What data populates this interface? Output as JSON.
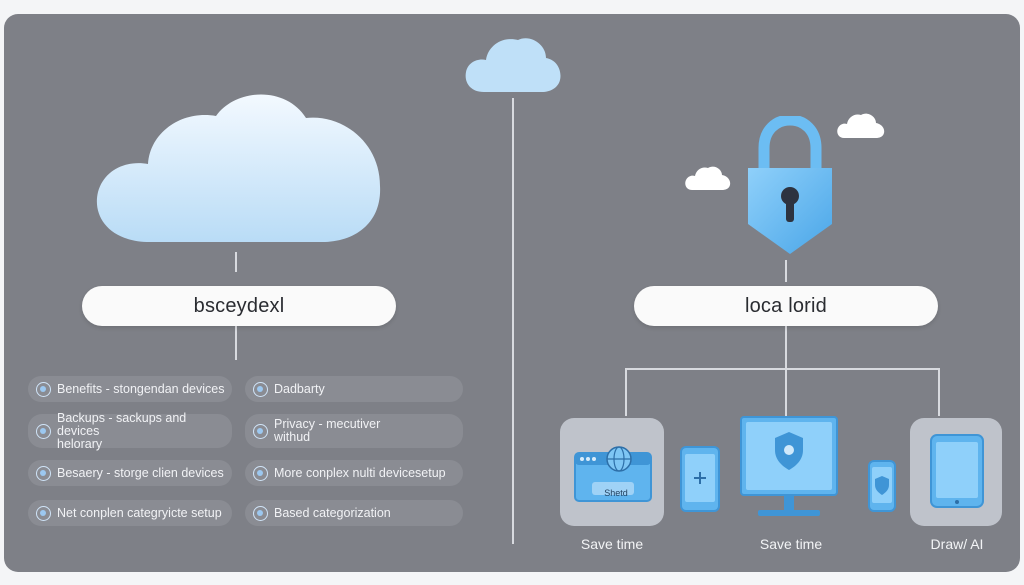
{
  "left": {
    "heading": "bsceydexl",
    "items": [
      {
        "lines": [
          "Benefits - stongendan devices"
        ]
      },
      {
        "lines": [
          "Dadbarty"
        ]
      },
      {
        "lines": [
          "Backups - sackups and devices",
          "helorary"
        ]
      },
      {
        "lines": [
          "Privacy - mecutiver",
          "withud"
        ]
      },
      {
        "lines": [
          "Besaery - storge clien devices"
        ]
      },
      {
        "lines": [
          "More conplex nulti devicesetup"
        ]
      },
      {
        "lines": [
          "Net conplen categryicte setup"
        ]
      },
      {
        "lines": [
          "Based categorization"
        ]
      }
    ]
  },
  "right": {
    "heading": "loca lorid",
    "device_label": "Shetd",
    "captions": [
      "Save time",
      "Save time",
      "Draw/ AI"
    ]
  },
  "icons": [
    "cloud-icon",
    "padlock-icon",
    "globe-icon",
    "shield-icon",
    "tablet-icon",
    "phone-icon",
    "monitor-icon"
  ],
  "colors": {
    "panel": "#7e8087",
    "accent": "#5fb4ee",
    "cloud": "#d8ecfb"
  }
}
